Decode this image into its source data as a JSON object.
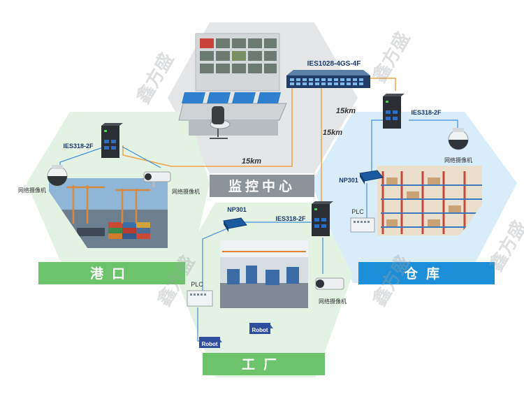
{
  "zones": {
    "control_center": {
      "band_label": "监控中心"
    },
    "port": {
      "band_label": "港口"
    },
    "warehouse": {
      "band_label": "仓库"
    },
    "factory": {
      "band_label": "工厂"
    }
  },
  "devices": {
    "core_switch": "IES1028-4GS-4F",
    "port_switch": "IES318-2F",
    "warehouse_switch": "IES318-2F",
    "factory_switch": "IES318-2F",
    "warehouse_server": "NP301",
    "factory_server": "NP301",
    "warehouse_plc": "PLC",
    "factory_plc": "PLC",
    "robot_1": "Robot",
    "robot_2": "Robot",
    "port_camera_dome": "网络摄像机",
    "port_camera_bullet": "网络摄像机",
    "warehouse_camera": "网络摄像机",
    "factory_camera": "网络摄像机"
  },
  "links": {
    "port_distance": "15km",
    "warehouse_distance": "15km",
    "factory_distance": "15km"
  },
  "colors": {
    "hex_gray": "#e4e6e8",
    "hex_green": "#e4f2e4",
    "hex_blue": "#d8ecfa",
    "band_gray": "#8d9499",
    "band_green": "#6cc36c",
    "band_blue": "#1d8fd8",
    "link_orange": "#f0a449",
    "link_blue": "#3f8fd6"
  },
  "watermark": "鑫方盛"
}
